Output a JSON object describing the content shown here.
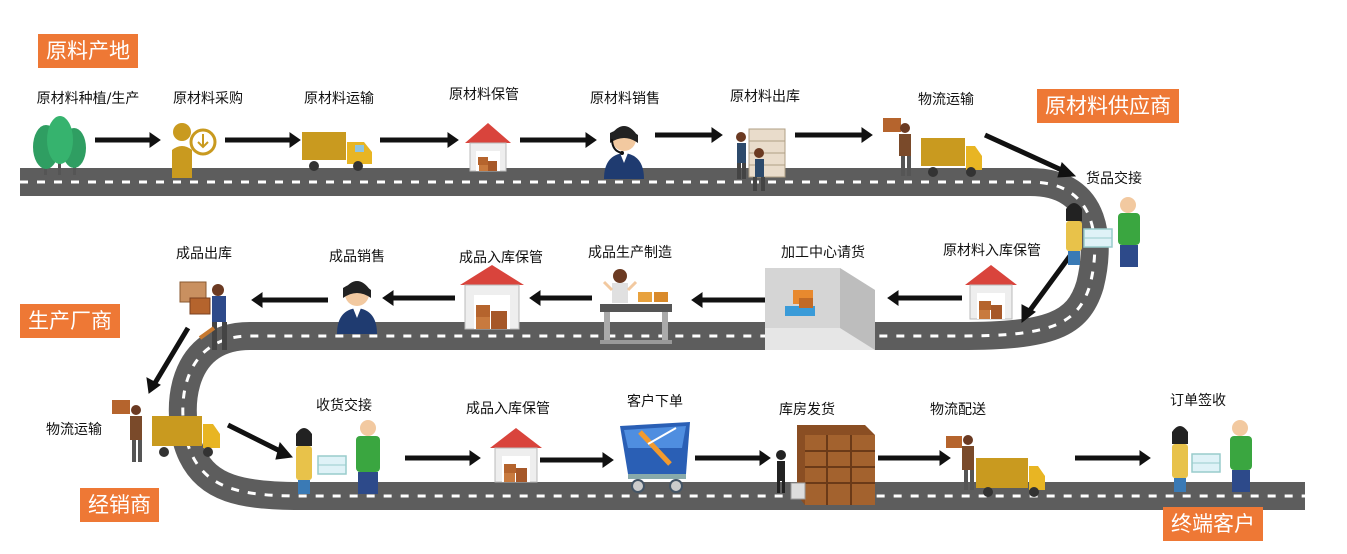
{
  "tags": {
    "raw_origin": "原料产地",
    "raw_supplier": "原材料供应商",
    "manufacturer": "生产厂商",
    "distributor": "经销商",
    "end_customer": "终端客户"
  },
  "steps_row1": [
    "原材料种植/生产",
    "原材料采购",
    "原材料运输",
    "原材料保管",
    "原材料销售",
    "原材料出库",
    "物流运输",
    "货品交接"
  ],
  "steps_row2": [
    "原材料入库保管",
    "加工中心请货",
    "成品生产制造",
    "成品入库保管",
    "成品销售",
    "成品出库"
  ],
  "steps_row3": [
    "物流运输",
    "收货交接",
    "成品入库保管",
    "客户下单",
    "库房发货",
    "物流配送",
    "订单签收"
  ],
  "colors": {
    "accent": "#ee7835",
    "road": "#5d5d5d",
    "truck": "#c99a1f",
    "cab": "#e8b523",
    "person_green": "#3aa640",
    "roof": "#d9443c",
    "box": "#b5642d"
  }
}
